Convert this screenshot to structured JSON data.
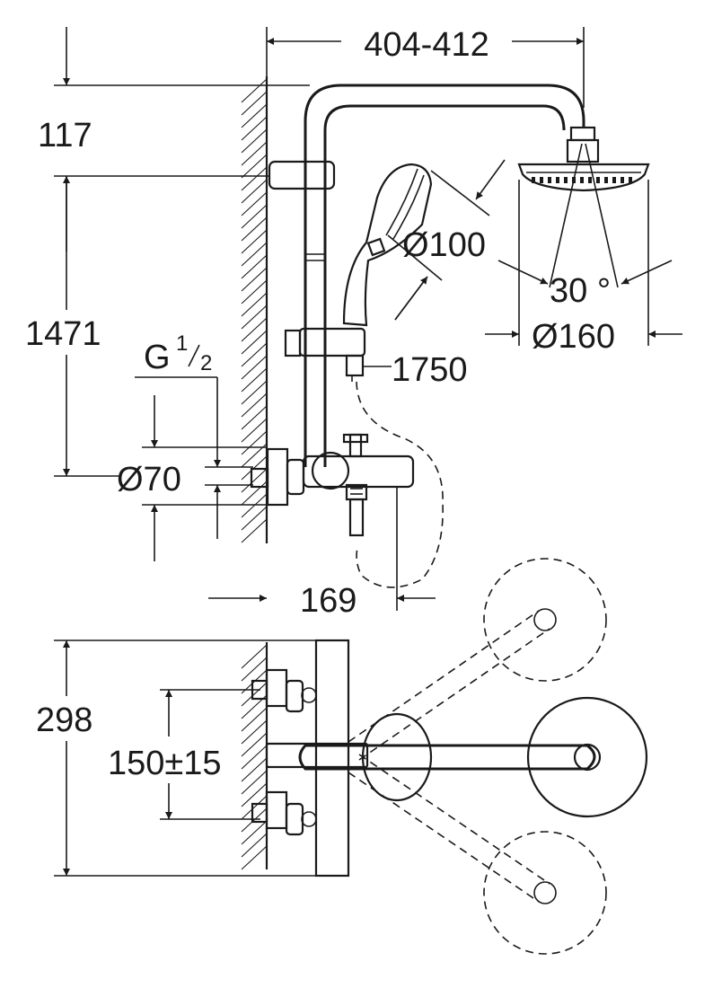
{
  "colors": {
    "ink": "#1a1a1a",
    "background": "#ffffff"
  },
  "dimensions": {
    "width_top": "404-412",
    "height_top": "117",
    "height_bar": "1471",
    "thread": "G",
    "thread_sup": "1",
    "thread_sub": "2",
    "cover_diameter": "Ø70",
    "hand_shower_diameter": "Ø100",
    "head_shower_angle": "30 °",
    "head_shower_diameter": "Ø160",
    "hose_length": "1750",
    "spout_projection": "169",
    "depth_plan": "298",
    "inlet_spacing": "150±15"
  }
}
